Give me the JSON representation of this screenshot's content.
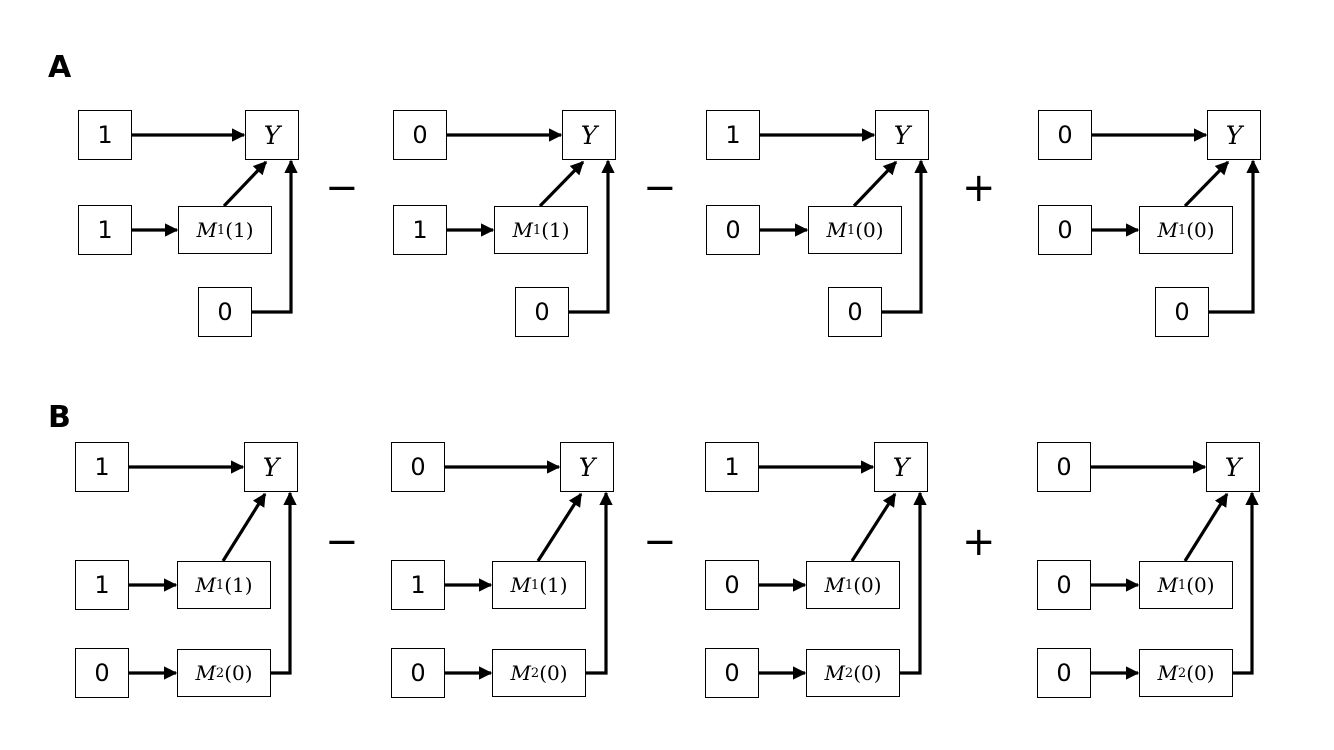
{
  "panels": [
    {
      "label": "A",
      "terms": [
        {
          "top": "1",
          "mid": "1",
          "bot": "0",
          "m1_sym": "M",
          "m1_sub": "1",
          "m1_arg": "(1)",
          "bot_mediator": null
        },
        {
          "top": "0",
          "mid": "1",
          "bot": "0",
          "m1_sym": "M",
          "m1_sub": "1",
          "m1_arg": "(1)",
          "bot_mediator": null
        },
        {
          "top": "1",
          "mid": "0",
          "bot": "0",
          "m1_sym": "M",
          "m1_sub": "1",
          "m1_arg": "(0)",
          "bot_mediator": null
        },
        {
          "top": "0",
          "mid": "0",
          "bot": "0",
          "m1_sym": "M",
          "m1_sub": "1",
          "m1_arg": "(0)",
          "bot_mediator": null
        }
      ],
      "operators": [
        "−",
        "−",
        "+"
      ]
    },
    {
      "label": "B",
      "terms": [
        {
          "top": "1",
          "mid": "1",
          "bot": "0",
          "m1_sym": "M",
          "m1_sub": "1",
          "m1_arg": "(1)",
          "bot_mediator": {
            "sym": "M",
            "sub": "2",
            "arg": "(0)"
          }
        },
        {
          "top": "0",
          "mid": "1",
          "bot": "0",
          "m1_sym": "M",
          "m1_sub": "1",
          "m1_arg": "(1)",
          "bot_mediator": {
            "sym": "M",
            "sub": "2",
            "arg": "(0)"
          }
        },
        {
          "top": "1",
          "mid": "0",
          "bot": "0",
          "m1_sym": "M",
          "m1_sub": "1",
          "m1_arg": "(0)",
          "bot_mediator": {
            "sym": "M",
            "sub": "2",
            "arg": "(0)"
          }
        },
        {
          "top": "0",
          "mid": "0",
          "bot": "0",
          "m1_sym": "M",
          "m1_sub": "1",
          "m1_arg": "(0)",
          "bot_mediator": {
            "sym": "M",
            "sub": "2",
            "arg": "(0)"
          }
        }
      ],
      "operators": [
        "−",
        "−",
        "+"
      ]
    }
  ],
  "outcome_label": "Y"
}
